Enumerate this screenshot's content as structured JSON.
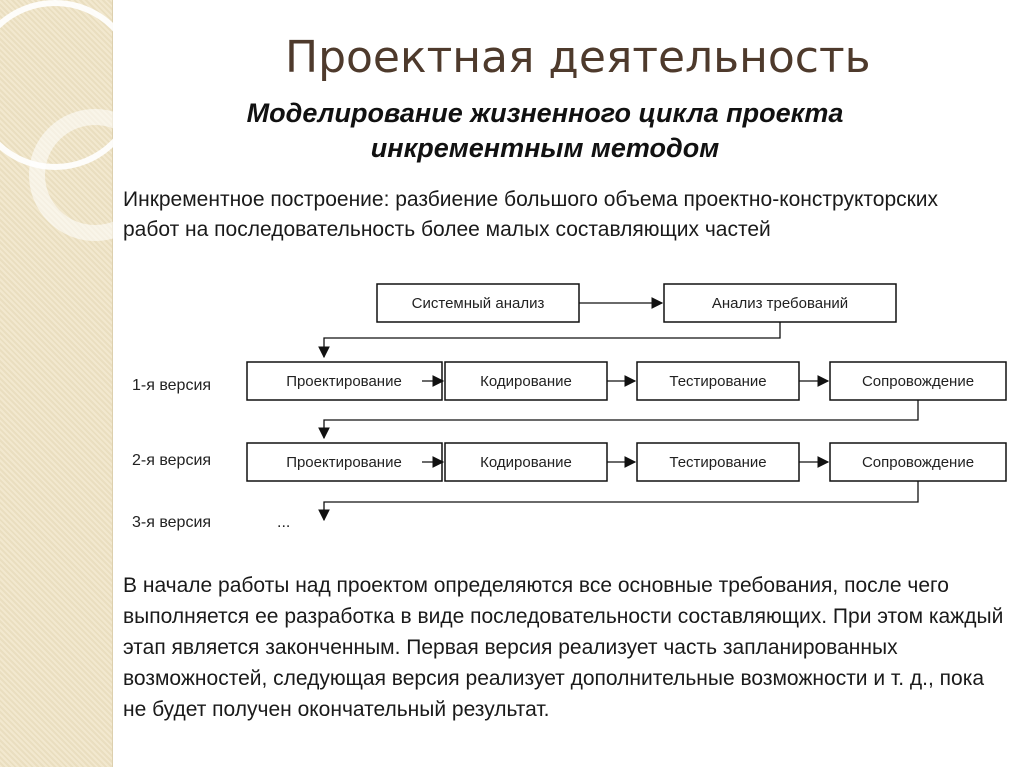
{
  "title": "Проектная деятельность",
  "subtitle": {
    "line1": "Моделирование жизненного цикла проекта",
    "line2": "инкрементным методом"
  },
  "intro": "Инкрементное построение: разбиение большого объема проектно-конструкторских работ на последовательность более малых составляющих частей",
  "diagram": {
    "top": [
      "Системный анализ",
      "Анализ требований"
    ],
    "stages": [
      "Проектирование",
      "Кодирование",
      "Тестирование",
      "Сопровождение"
    ],
    "versions": [
      "1-я версия",
      "2-я версия",
      "3-я версия"
    ],
    "ellipsis": "..."
  },
  "body": "В начале работы над проектом определяются все основные требования, после чего выполняется ее разработка в виде последовательности составляющих. При этом каждый этап является законченным. Первая версия реализует часть запланированных возможностей, следующая версия реализует дополнительные возможности и т. д., пока не будет получен окончательный результат.",
  "colors": {
    "sidebar": "#efe3c4",
    "title": "#4e3a2c",
    "ring": "#ffffff"
  }
}
